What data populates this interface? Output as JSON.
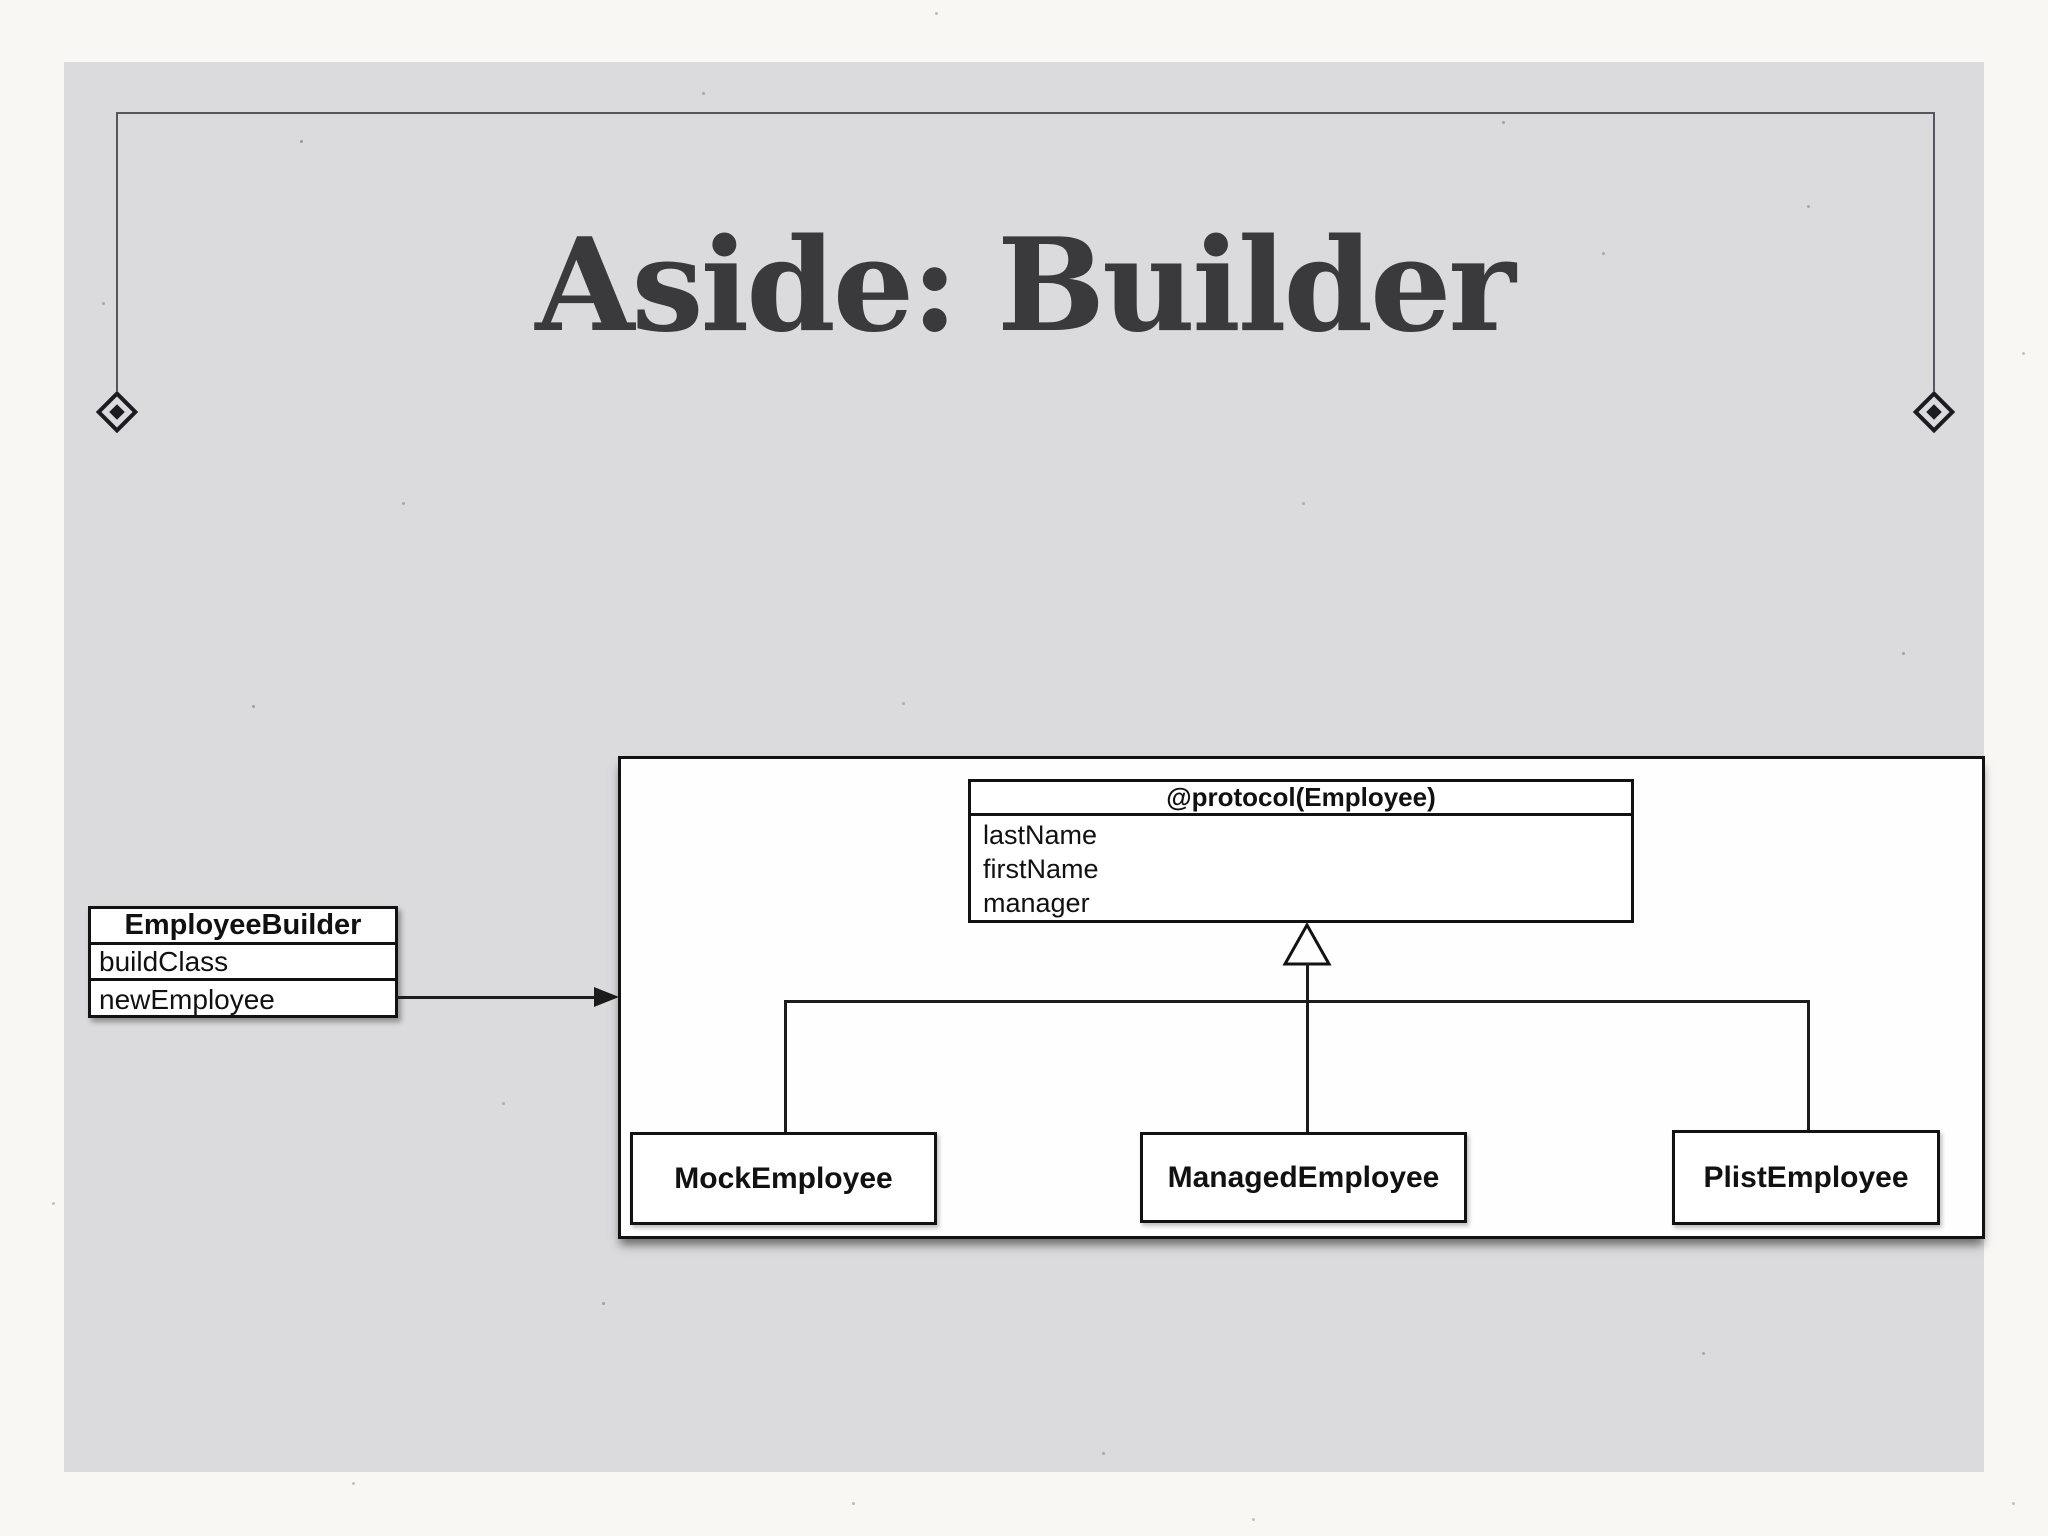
{
  "slide": {
    "title": "Aside: Builder",
    "background_color": "#f8f7f4",
    "panel_color": "#dbdadc",
    "frame_line_color": "#55555d",
    "title_color": "#3a3a3d"
  },
  "diagram": {
    "line_color": "#1c1c1c",
    "box_border_color": "#121212",
    "builder": {
      "name": "EmployeeBuilder",
      "methods": [
        "buildClass",
        "newEmployee"
      ]
    },
    "protocol": {
      "name": "@protocol(Employee)",
      "attributes": [
        "lastName",
        "firstName",
        "manager"
      ]
    },
    "subclasses": [
      {
        "name": "MockEmployee"
      },
      {
        "name": "ManagedEmployee"
      },
      {
        "name": "PlistEmployee"
      }
    ]
  }
}
